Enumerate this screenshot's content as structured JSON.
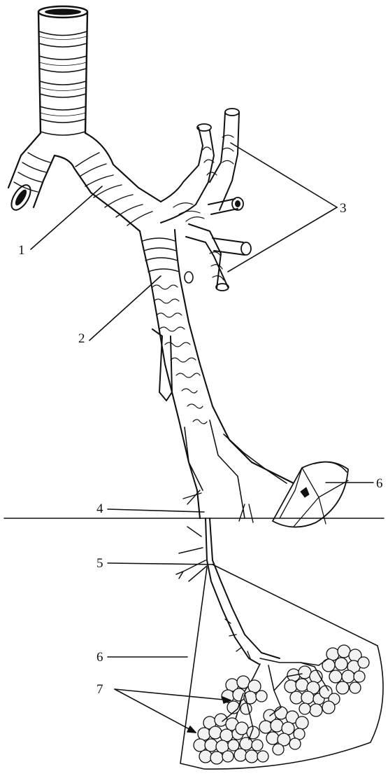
{
  "diagram": {
    "subject": "bronchial-tree",
    "colors": {
      "ink": "#111111",
      "background": "#ffffff",
      "shade": "#e9e9e9"
    },
    "labels": {
      "l1": "1",
      "l2": "2",
      "l3": "3",
      "l4": "4",
      "l5": "5",
      "l6_upper": "6",
      "l6_lower": "6",
      "l7": "7"
    }
  }
}
